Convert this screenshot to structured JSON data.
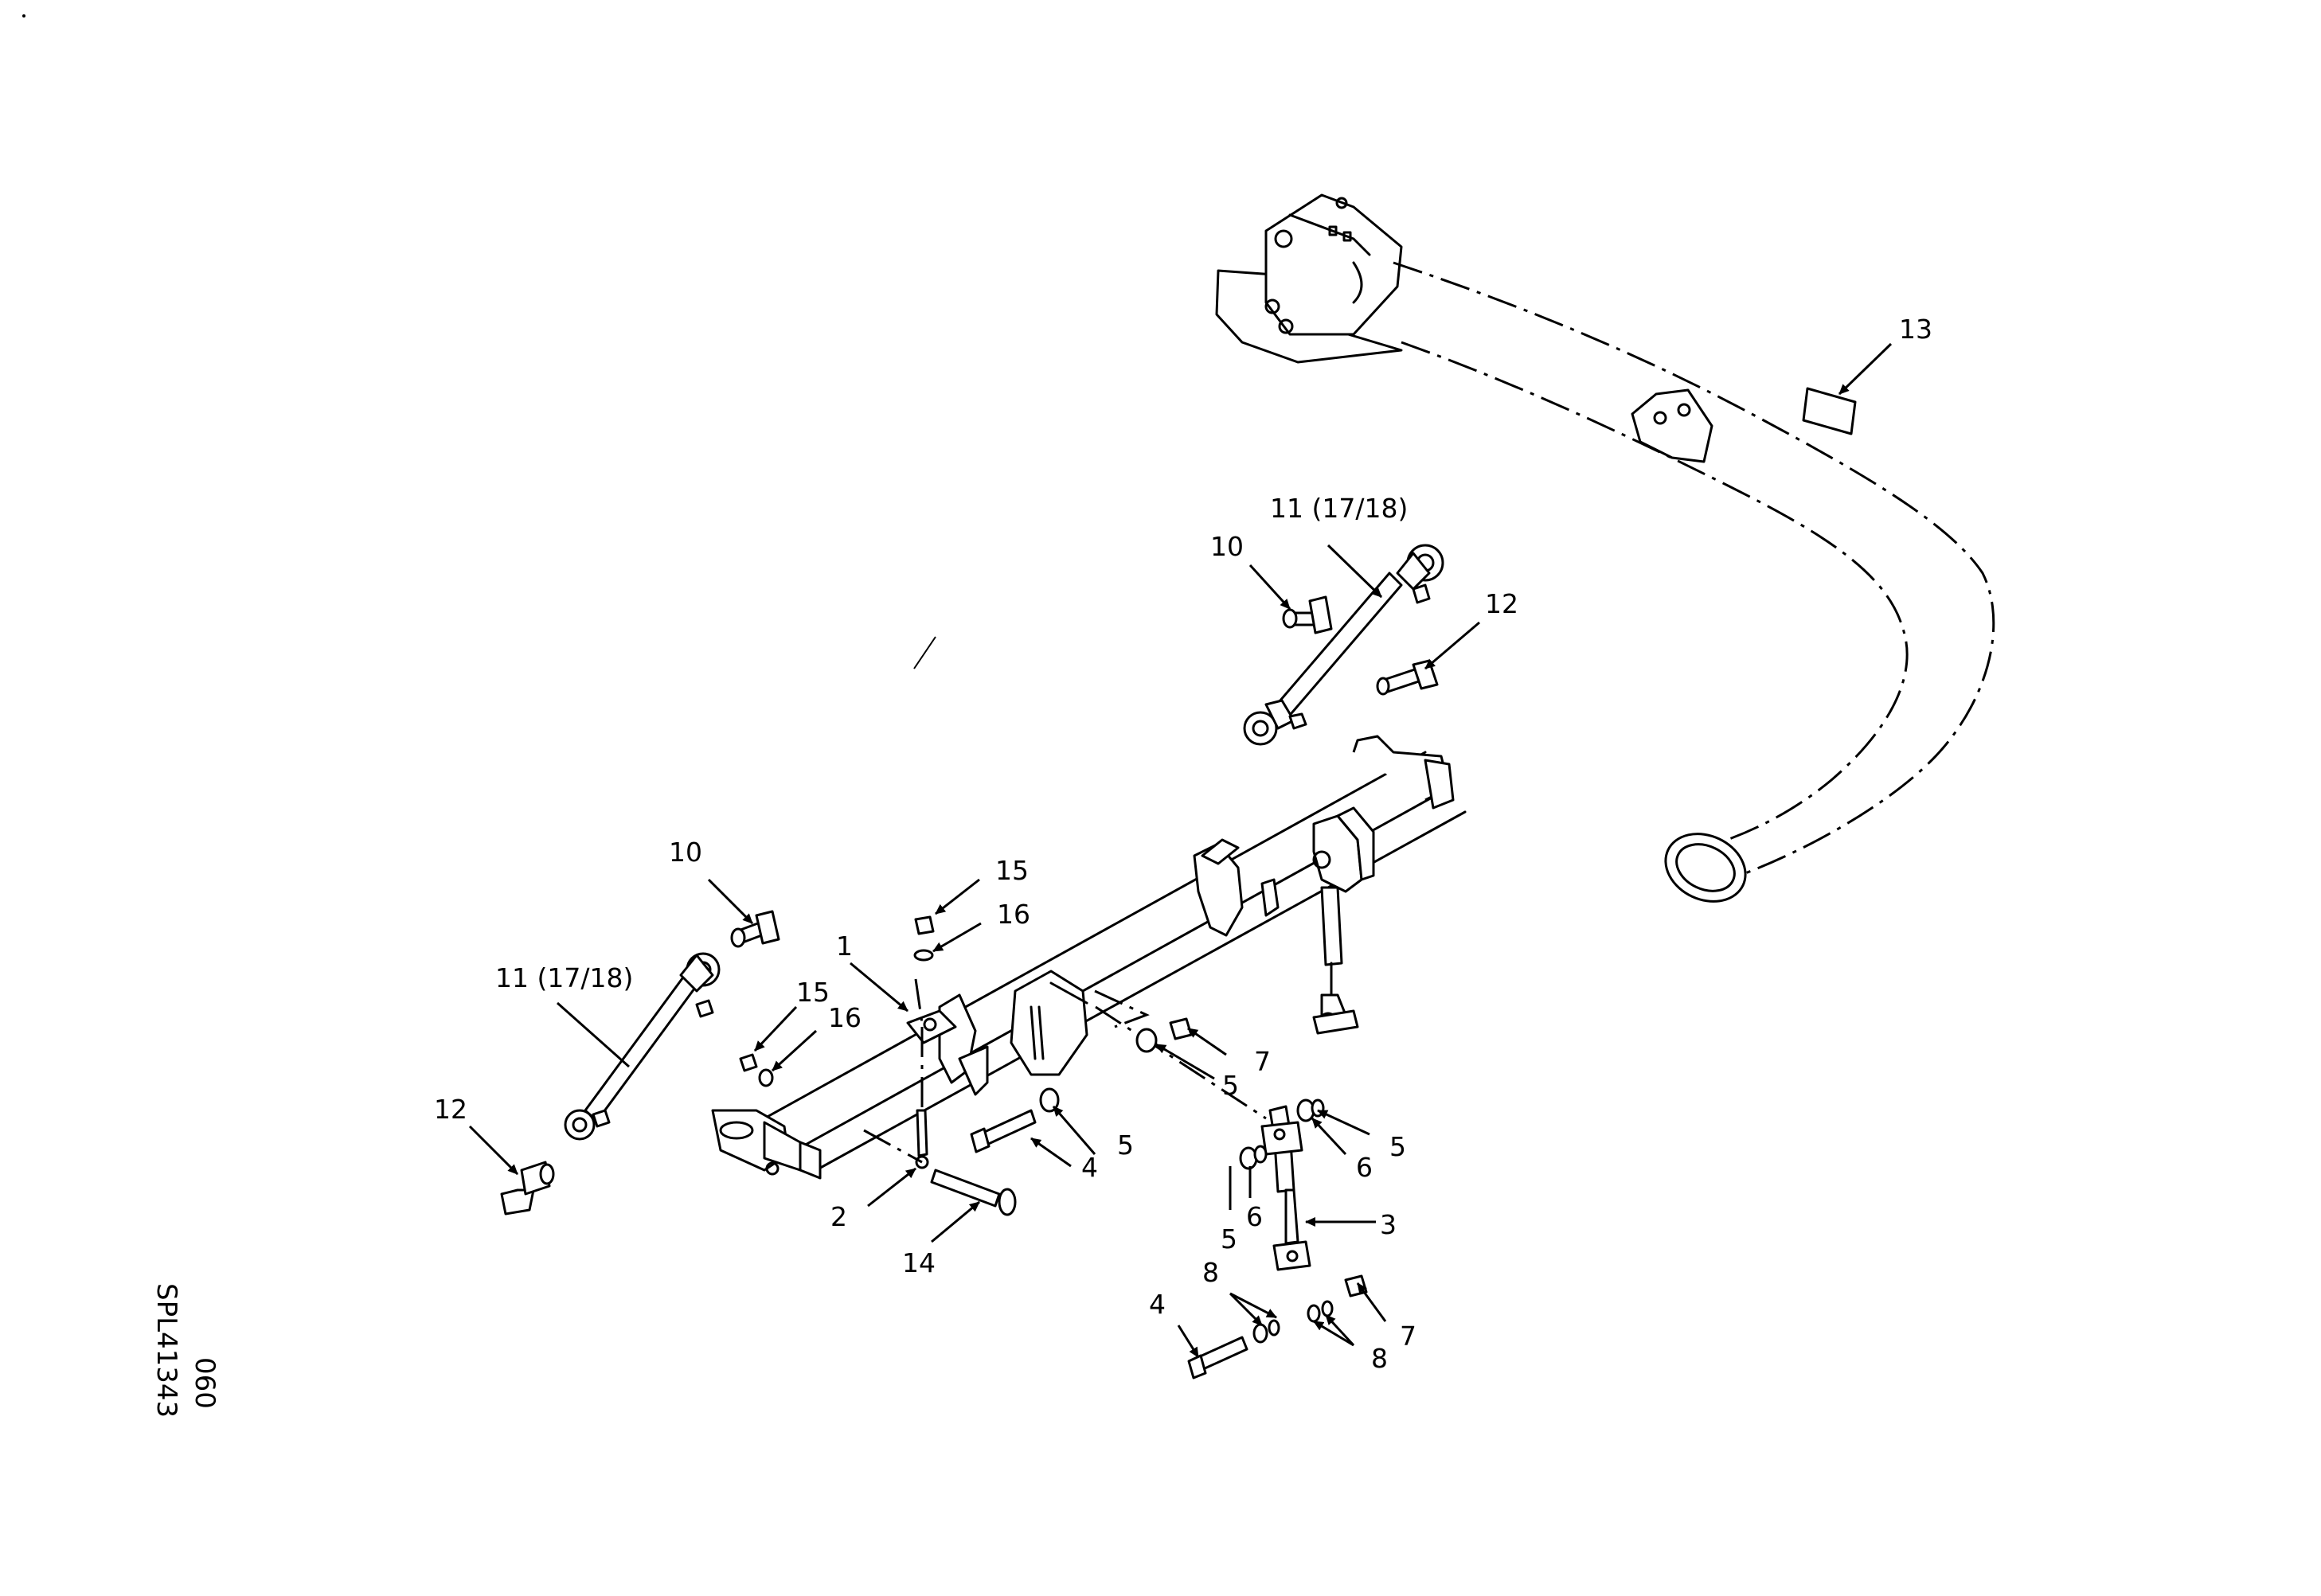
{
  "diagram": {
    "drawing_number": "SPL41343",
    "sheet": "060",
    "callouts": {
      "c1": "1",
      "c2": "2",
      "c3": "3",
      "c4a": "4",
      "c4b": "4",
      "c5a": "5",
      "c5b": "5",
      "c5c": "5",
      "c5d": "5",
      "c6a": "6",
      "c6b": "6",
      "c7a": "7",
      "c7b": "7",
      "c8a": "8",
      "c8b": "8",
      "c10a": "10",
      "c10b": "10",
      "c11a": "11 (17/18)",
      "c11b": "11 (17/18)",
      "c12a": "12",
      "c12b": "12",
      "c13": "13",
      "c14": "14",
      "c15a": "15",
      "c15b": "15",
      "c16a": "16",
      "c16b": "16"
    }
  }
}
